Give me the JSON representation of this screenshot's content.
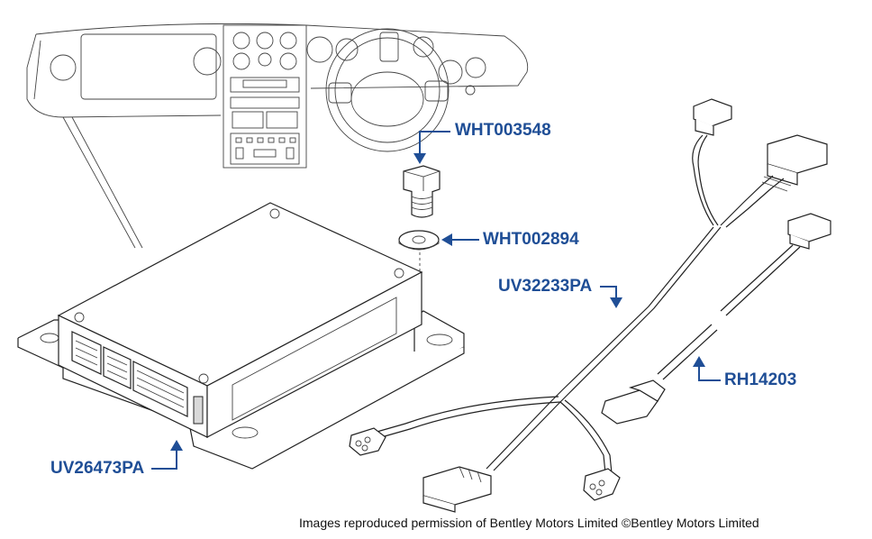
{
  "diagram": {
    "accent_color": "#1f4e96",
    "parts": [
      {
        "id": "bolt",
        "part_number": "WHT003548"
      },
      {
        "id": "washer",
        "part_number": "WHT002894"
      },
      {
        "id": "main-harness",
        "part_number": "UV32233PA"
      },
      {
        "id": "link-lead",
        "part_number": "RH14203"
      },
      {
        "id": "control-module",
        "part_number": "UV26473PA"
      }
    ],
    "credit": "Images reproduced permission of Bentley Motors Limited ©Bentley Motors Limited"
  }
}
